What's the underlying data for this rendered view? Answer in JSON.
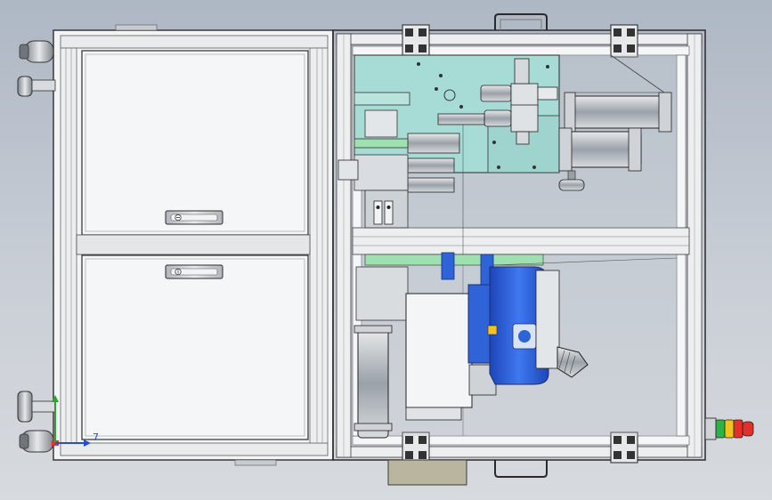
{
  "viewport": {
    "background_top": "#aeb7c4",
    "background_bottom": "#d7dade"
  },
  "colors": {
    "frame": "#f3f4f5",
    "frame_edge": "#3a3a3a",
    "cyan_plate": "#a7dcd6",
    "blue_spindle": "#2f63d8",
    "green_plate": "#9ee0b0",
    "cylinder_gray": "#b6bcc2",
    "light_tower_green": "#2db24a",
    "light_tower_yellow": "#f0c419",
    "light_tower_red": "#e0312a",
    "axis_x_color": "#1f4fd6",
    "axis_y_color": "#1eaa2c"
  },
  "triad": {
    "x_label": "7",
    "y_label": "",
    "icons": [
      "x-axis-arrow-icon",
      "y-axis-arrow-icon",
      "origin-icon"
    ]
  },
  "parts": {
    "cabinet": "cabinet-frame",
    "drawers": [
      "upper-drawer",
      "lower-drawer"
    ],
    "upper_bay": "upper-bay-assembly",
    "lower_bay": "lower-bay-assembly",
    "light_tower": "signal-light-tower",
    "casters": [
      "caster-top-left",
      "caster-bottom-left",
      "caster-lower-mid-left"
    ]
  }
}
